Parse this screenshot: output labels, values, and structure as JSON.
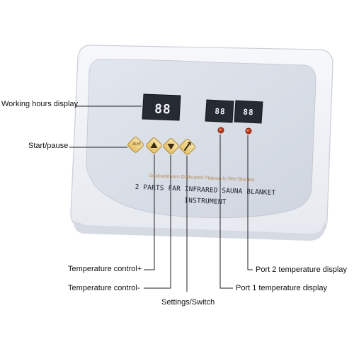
{
  "panel": {
    "subtitle": "Seabuckthorn Dedicated Platoon Is Wet Blanket",
    "title_line1": "2 PARTS FAR INFRARED SAUNA BLANKET",
    "title_line2": "INSTRUMENT",
    "timer_display": "88",
    "port1_display": "88",
    "port2_display": "88",
    "start_button_glyph": "启/停"
  },
  "callouts": {
    "working_hours": "Working hours display",
    "start_pause": "Start/pause",
    "temp_up": "Temperature control+",
    "temp_down": "Temperature control-",
    "settings": "Settings/Switch",
    "port1": "Port 1 temperature display",
    "port2": "Port 2 temperature display"
  },
  "icons": {
    "up_button": "triangle-up-icon",
    "down_button": "triangle-down-icon",
    "settings_button": "slash-switch-icon"
  },
  "colors": {
    "button_fill": "#f0d48c",
    "led_red": "#c13b1f",
    "display_bg": "#262a33",
    "faceplate": "#d8dde6"
  }
}
